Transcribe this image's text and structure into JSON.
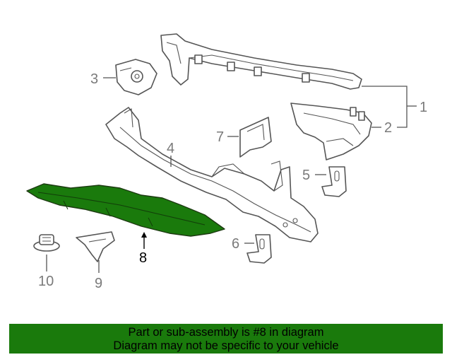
{
  "diagram": {
    "callouts": [
      {
        "id": "1",
        "label": "1"
      },
      {
        "id": "2",
        "label": "2"
      },
      {
        "id": "3",
        "label": "3"
      },
      {
        "id": "4",
        "label": "4"
      },
      {
        "id": "5",
        "label": "5"
      },
      {
        "id": "6",
        "label": "6"
      },
      {
        "id": "7",
        "label": "7"
      },
      {
        "id": "8",
        "label": "8"
      },
      {
        "id": "9",
        "label": "9"
      },
      {
        "id": "10",
        "label": "10"
      }
    ],
    "highlighted_part": "8",
    "highlight_color": "#1a7a0c",
    "line_color": "#555555"
  },
  "banner": {
    "line1": "Part or sub-assembly is #8 in diagram",
    "line2": "Diagram may not be specific to your vehicle",
    "background": "#1a7a0c"
  }
}
